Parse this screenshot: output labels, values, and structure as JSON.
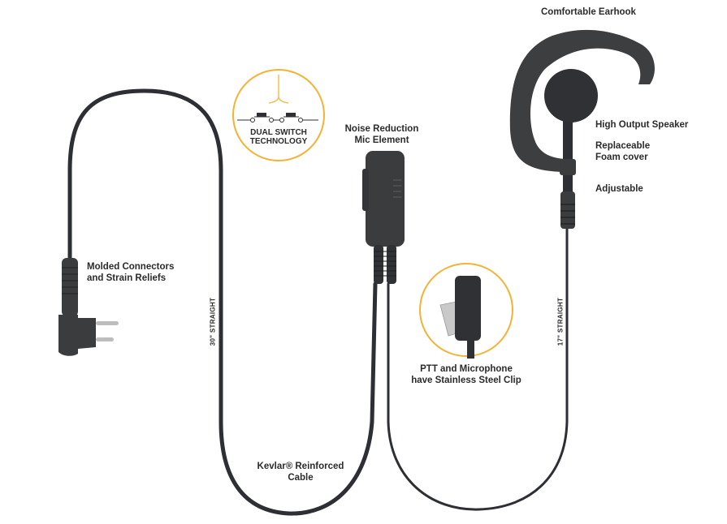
{
  "colors": {
    "cable": "#2d2f34",
    "accent_orange": "#f2b336",
    "text": "#2b2b2d",
    "rubber": "#3a3c3e",
    "clip_steel": "#c9c9c9"
  },
  "labels": {
    "earhook": "Comfortable Earhook",
    "speaker": "High Output Speaker",
    "foam": [
      "Replaceable",
      "Foam cover"
    ],
    "adjustable": "Adjustable",
    "mic": [
      "Noise Reduction",
      "Mic Element"
    ],
    "connector": [
      "Molded Connectors",
      "and Strain Reliefs"
    ],
    "clip": [
      "PTT and Microphone",
      "have Stainless Steel Clip"
    ],
    "cable": [
      "Kevlar® Reinforced",
      "Cable"
    ],
    "length_left": "30\" STRAIGHT",
    "length_right": "17\" STRAIGHT"
  },
  "badges": {
    "dual_switch": [
      "DUAL SWITCH",
      "TECHNOLOGY"
    ]
  },
  "icons": [
    "dual-switch-icon",
    "earhook-icon",
    "foam-speaker-icon",
    "ptt-mic-icon",
    "two-pin-connector-icon",
    "stainless-clip-icon"
  ]
}
